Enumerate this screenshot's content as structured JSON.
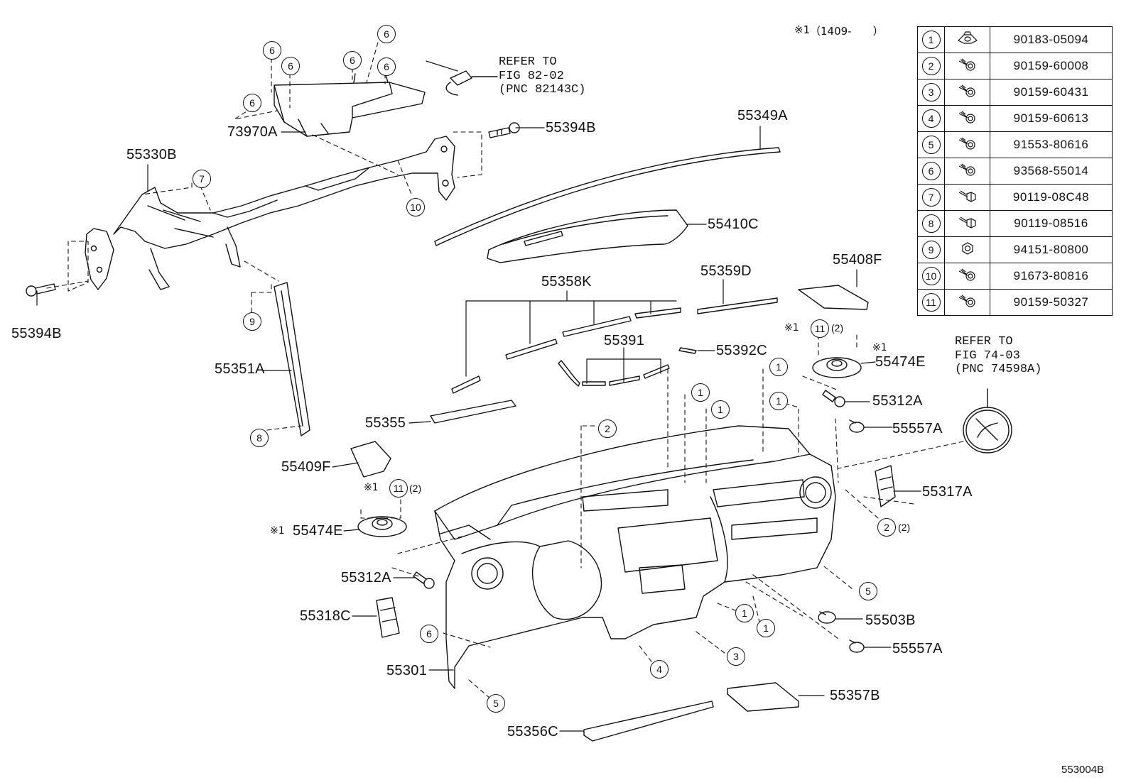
{
  "sheet_id": "553004B",
  "revision_note": {
    "mark": "※1",
    "text": "（1409-　　）"
  },
  "fastener_table": [
    {
      "index": "1",
      "icon": "clip-nut-icon",
      "part_number": "90183-05094"
    },
    {
      "index": "2",
      "icon": "screw-icon",
      "part_number": "90159-60008"
    },
    {
      "index": "3",
      "icon": "screw-icon",
      "part_number": "90159-60431"
    },
    {
      "index": "4",
      "icon": "screw-icon",
      "part_number": "90159-60613"
    },
    {
      "index": "5",
      "icon": "screw-icon",
      "part_number": "91553-80616"
    },
    {
      "index": "6",
      "icon": "screw-icon",
      "part_number": "93568-55014"
    },
    {
      "index": "7",
      "icon": "bolt-icon",
      "part_number": "90119-08C48"
    },
    {
      "index": "8",
      "icon": "bolt-icon",
      "part_number": "90119-08516"
    },
    {
      "index": "9",
      "icon": "nut-icon",
      "part_number": "94151-80800"
    },
    {
      "index": "10",
      "icon": "screw-icon",
      "part_number": "91673-80816"
    },
    {
      "index": "11",
      "icon": "screw-icon",
      "part_number": "90159-50327"
    }
  ],
  "refer_notes": {
    "fig82": "REFER TO\nFIG 82-02\n(PNC 82143C)",
    "fig74": "REFER TO\nFIG 74-03\n(PNC 74598A)"
  },
  "part_labels": {
    "p73970A": "73970A",
    "p55394B_top": "55394B",
    "p55330B": "55330B",
    "p55394B_left": "55394B",
    "p55349A": "55349A",
    "p55410C": "55410C",
    "p55358K": "55358K",
    "p55359D": "55359D",
    "p55408F": "55408F",
    "p55391": "55391",
    "p55392C": "55392C",
    "p55351A": "55351A",
    "p55474E_right": "55474E",
    "p55312A_right": "55312A",
    "p55557A_top": "55557A",
    "p55355": "55355",
    "p55409F": "55409F",
    "p55317A": "55317A",
    "p55474E_left": "55474E",
    "p55312A_left": "55312A",
    "p55318C": "55318C",
    "p55503B": "55503B",
    "p55557A_bottom": "55557A",
    "p55301": "55301",
    "p55357B": "55357B",
    "p55356C": "55356C"
  },
  "callouts": [
    {
      "id": "c6a",
      "n": "6"
    },
    {
      "id": "c6b",
      "n": "6"
    },
    {
      "id": "c6c",
      "n": "6"
    },
    {
      "id": "c6d",
      "n": "6"
    },
    {
      "id": "c6e",
      "n": "6"
    },
    {
      "id": "c6f",
      "n": "6"
    },
    {
      "id": "c7",
      "n": "7"
    },
    {
      "id": "c10",
      "n": "10"
    },
    {
      "id": "c9",
      "n": "9"
    },
    {
      "id": "c8",
      "n": "8"
    },
    {
      "id": "c11r",
      "n": "11"
    },
    {
      "id": "c11l",
      "n": "11"
    },
    {
      "id": "c1a",
      "n": "1"
    },
    {
      "id": "c1b",
      "n": "1"
    },
    {
      "id": "c1c",
      "n": "1"
    },
    {
      "id": "c1d",
      "n": "1"
    },
    {
      "id": "c2a",
      "n": "2"
    },
    {
      "id": "c2b",
      "n": "2"
    },
    {
      "id": "c5a",
      "n": "5"
    },
    {
      "id": "c1e",
      "n": "1"
    },
    {
      "id": "c1f",
      "n": "1"
    },
    {
      "id": "c6g",
      "n": "6"
    },
    {
      "id": "c3",
      "n": "3"
    },
    {
      "id": "c4",
      "n": "4"
    },
    {
      "id": "c5b",
      "n": "5"
    }
  ],
  "quantities": {
    "q2": "(2)",
    "q11r": "(2)",
    "q11l": "(2)"
  },
  "marks": {
    "m1": "※1",
    "m2": "※1",
    "m3": "※1",
    "m4": "※1"
  }
}
